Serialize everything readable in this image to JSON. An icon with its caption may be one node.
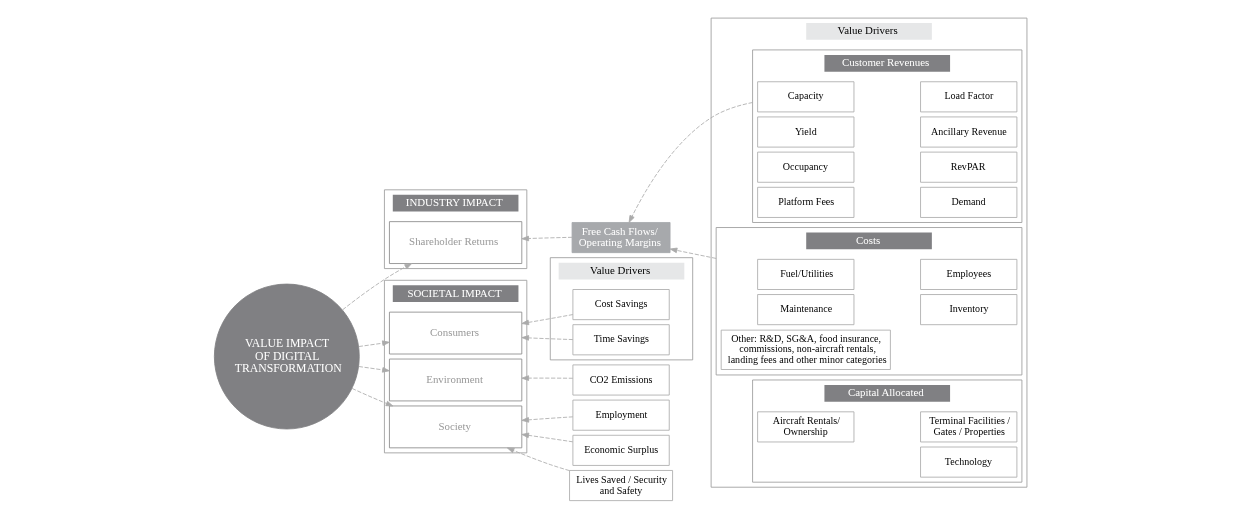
{
  "diagram": {
    "nodes": [
      {
        "text": [
          "VALUE IMPACT OF DIGITAL TRANSFORMATION"
        ]
      },
      {
        "text": [
          "INDUSTRY IMPACT"
        ]
      },
      {
        "text": [
          "Shareholder Returns"
        ],
        "in": 1
      },
      {
        "text": [
          "SOCIETAL IMPACT"
        ]
      },
      {
        "text": [
          "Consumers"
        ],
        "in": 3
      },
      {
        "text": [
          "Environment"
        ],
        "in": 3
      },
      {
        "text": [
          "Society"
        ],
        "in": 3
      },
      {
        "text": [
          "Free Cash Flows/ Operating Margins"
        ]
      },
      {
        "text": [
          "Value Drivers"
        ]
      },
      {
        "text": [
          "Cost Savings"
        ],
        "in": 8
      },
      {
        "text": [
          "Time Savings"
        ],
        "in": 8
      },
      {
        "text": [
          "CO2 Emissions"
        ]
      },
      {
        "text": [
          "Employment"
        ]
      },
      {
        "text": [
          "Economic Surplus"
        ]
      },
      {
        "text": [
          "Lives Saved / Security and Safety"
        ]
      },
      {
        "text": [
          "Value Drivers"
        ]
      },
      {
        "text": [
          "Customer Revenues"
        ],
        "in": 15
      },
      {
        "text": [
          "Capacity"
        ],
        "in": 16
      },
      {
        "text": [
          "Load Factor"
        ],
        "in": 16
      },
      {
        "text": [
          "Yield"
        ],
        "in": 16
      },
      {
        "text": [
          "Ancillary Revenue"
        ],
        "in": 16
      },
      {
        "text": [
          "Occupancy"
        ],
        "in": 16
      },
      {
        "text": [
          "RevPAR"
        ],
        "in": 16
      },
      {
        "text": [
          "Platform Fees"
        ],
        "in": 16
      },
      {
        "text": [
          "Demand"
        ],
        "in": 16
      },
      {
        "text": [
          "Costs"
        ],
        "in": 15
      },
      {
        "text": [
          "Fuel/Utilities"
        ],
        "in": 25
      },
      {
        "text": [
          "Employees"
        ],
        "in": 25
      },
      {
        "text": [
          "Maintenance"
        ],
        "in": 25
      },
      {
        "text": [
          "Inventory"
        ],
        "in": 25
      },
      {
        "text": [
          "Other: R&D, SG&A, food insurance, commissions, non-aircraft rentals, landing fees and other minor categories"
        ],
        "in": 25
      },
      {
        "text": [
          "Capital Allocated"
        ],
        "in": 15
      },
      {
        "text": [
          "Aircraft Rentals/ Ownership"
        ],
        "in": 31
      },
      {
        "text": [
          "Technology"
        ],
        "in": 31
      },
      {
        "text": [
          "Terminal Facilities / Gates / Properties"
        ],
        "in": 31
      }
    ],
    "edges": [
      {
        "from": 0,
        "to": 2,
        "arrow": "to",
        "style": "dashed"
      },
      {
        "from": 0,
        "to": 4,
        "arrow": "to",
        "style": "dashed"
      },
      {
        "from": 0,
        "to": 5,
        "arrow": "to",
        "style": "dashed"
      },
      {
        "from": 0,
        "to": 6,
        "arrow": "to",
        "style": "dashed"
      },
      {
        "from": 7,
        "to": 2,
        "arrow": "to",
        "style": "dashed"
      },
      {
        "from": 9,
        "to": 4,
        "arrow": "to",
        "style": "dashed"
      },
      {
        "from": 10,
        "to": 4,
        "arrow": "to",
        "style": "dashed"
      },
      {
        "from": 11,
        "to": 5,
        "arrow": "to",
        "style": "dashed"
      },
      {
        "from": 12,
        "to": 6,
        "arrow": "to",
        "style": "dashed"
      },
      {
        "from": 13,
        "to": 6,
        "arrow": "to",
        "style": "dashed"
      },
      {
        "from": 14,
        "to": 6,
        "arrow": "to",
        "style": "dashed"
      },
      {
        "from": 16,
        "to": 7,
        "arrow": "to",
        "style": "dashed"
      },
      {
        "from": 25,
        "to": 7,
        "arrow": "to",
        "style": "dashed"
      }
    ]
  }
}
